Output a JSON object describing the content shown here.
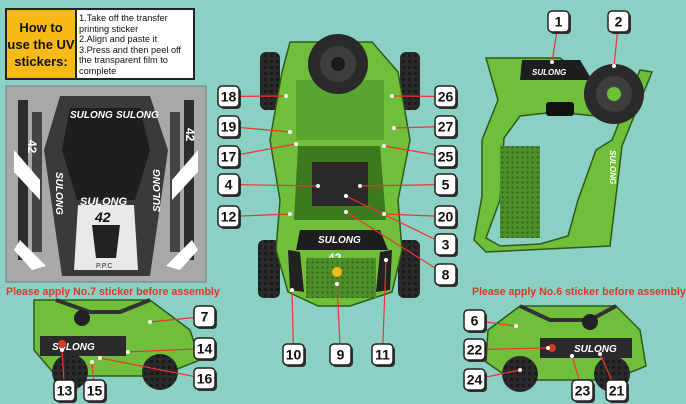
{
  "instructions": {
    "title": "How to use the UV stickers:",
    "steps": [
      "1.Take off the transfer printing sticker",
      "2.Align and paste it",
      "3.Press and then peel off the transparent film to complete"
    ]
  },
  "warnings": {
    "left": "Please apply No.7 sticker before assembly",
    "right": "Please apply No.6 sticker before assembly"
  },
  "sticker_sheet": {
    "brand": "SULONG",
    "number": "42",
    "code": "P.P.C"
  },
  "callouts": [
    "1",
    "2",
    "3",
    "4",
    "5",
    "6",
    "7",
    "8",
    "9",
    "10",
    "11",
    "12",
    "13",
    "14",
    "15",
    "16",
    "17",
    "18",
    "19",
    "20",
    "21",
    "22",
    "23",
    "24",
    "25",
    "26",
    "27"
  ],
  "colors": {
    "background": "#8bd0c4",
    "car_green": "#6fbf3a",
    "accent_yellow": "#f6b915",
    "warning_red": "#d93a2b"
  }
}
